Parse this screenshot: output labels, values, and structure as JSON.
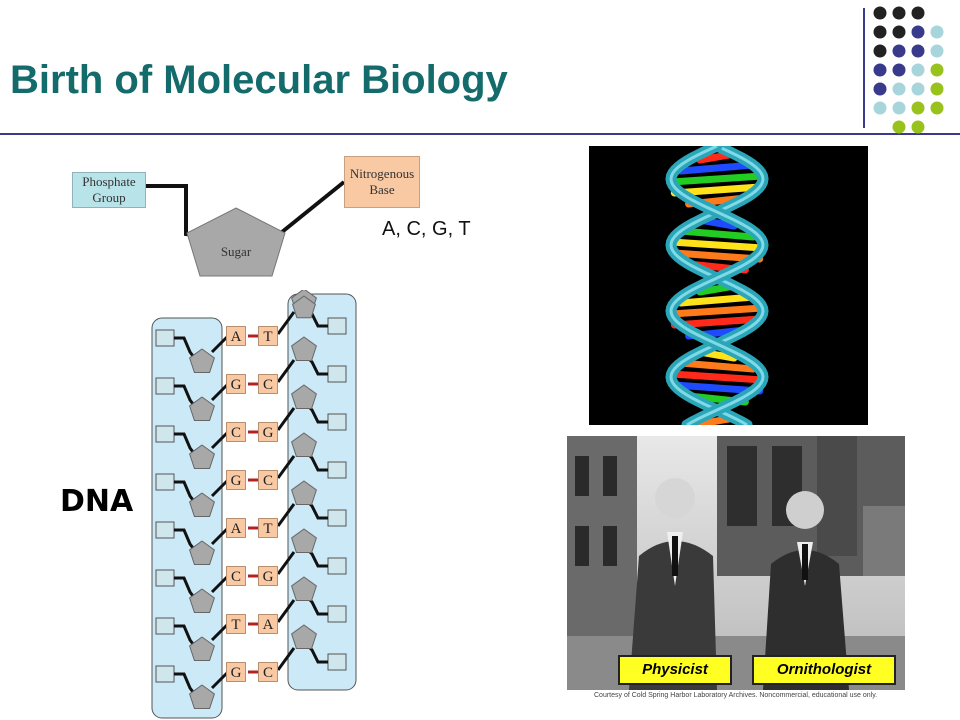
{
  "slide": {
    "title": "Birth of Molecular Biology"
  },
  "nucleotide": {
    "phosphate_label": "Phosphate Group",
    "sugar_label": "Sugar",
    "base_label": "Nitrogenous Base",
    "bases_text": "A, C, G, T"
  },
  "dna": {
    "label": "DNA",
    "pairs": [
      {
        "left": "A",
        "right": "T"
      },
      {
        "left": "G",
        "right": "C"
      },
      {
        "left": "C",
        "right": "G"
      },
      {
        "left": "G",
        "right": "C"
      },
      {
        "left": "A",
        "right": "T"
      },
      {
        "left": "C",
        "right": "G"
      },
      {
        "left": "T",
        "right": "A"
      },
      {
        "left": "G",
        "right": "C"
      }
    ]
  },
  "photo": {
    "tag_left": "Physicist",
    "tag_right": "Ornithologist",
    "courtesy": "Courtesy of Cold Spring Harbor Laboratory Archives.  Noncommercial, educational use only."
  },
  "colors": {
    "title": "#136b6b",
    "rule": "#3a3a8c",
    "phosphate": "#b8e3e8",
    "base": "#f9c9a3",
    "sugar": "#a8a8a8",
    "strand": "#cce9f7",
    "tag": "#ffff22"
  },
  "decor_dots": [
    [
      "#222222",
      "#222222",
      "#222222",
      null
    ],
    [
      "#222222",
      "#222222",
      "#3a3a8c",
      "#a8d5dc"
    ],
    [
      "#222222",
      "#3a3a8c",
      "#3a3a8c",
      "#a8d5dc"
    ],
    [
      "#3a3a8c",
      "#3a3a8c",
      "#a8d5dc",
      "#99c21d"
    ],
    [
      "#3a3a8c",
      "#a8d5dc",
      "#a8d5dc",
      "#99c21d"
    ],
    [
      "#a8d5dc",
      "#a8d5dc",
      "#99c21d",
      "#99c21d"
    ],
    [
      null,
      "#99c21d",
      "#99c21d",
      null
    ]
  ]
}
